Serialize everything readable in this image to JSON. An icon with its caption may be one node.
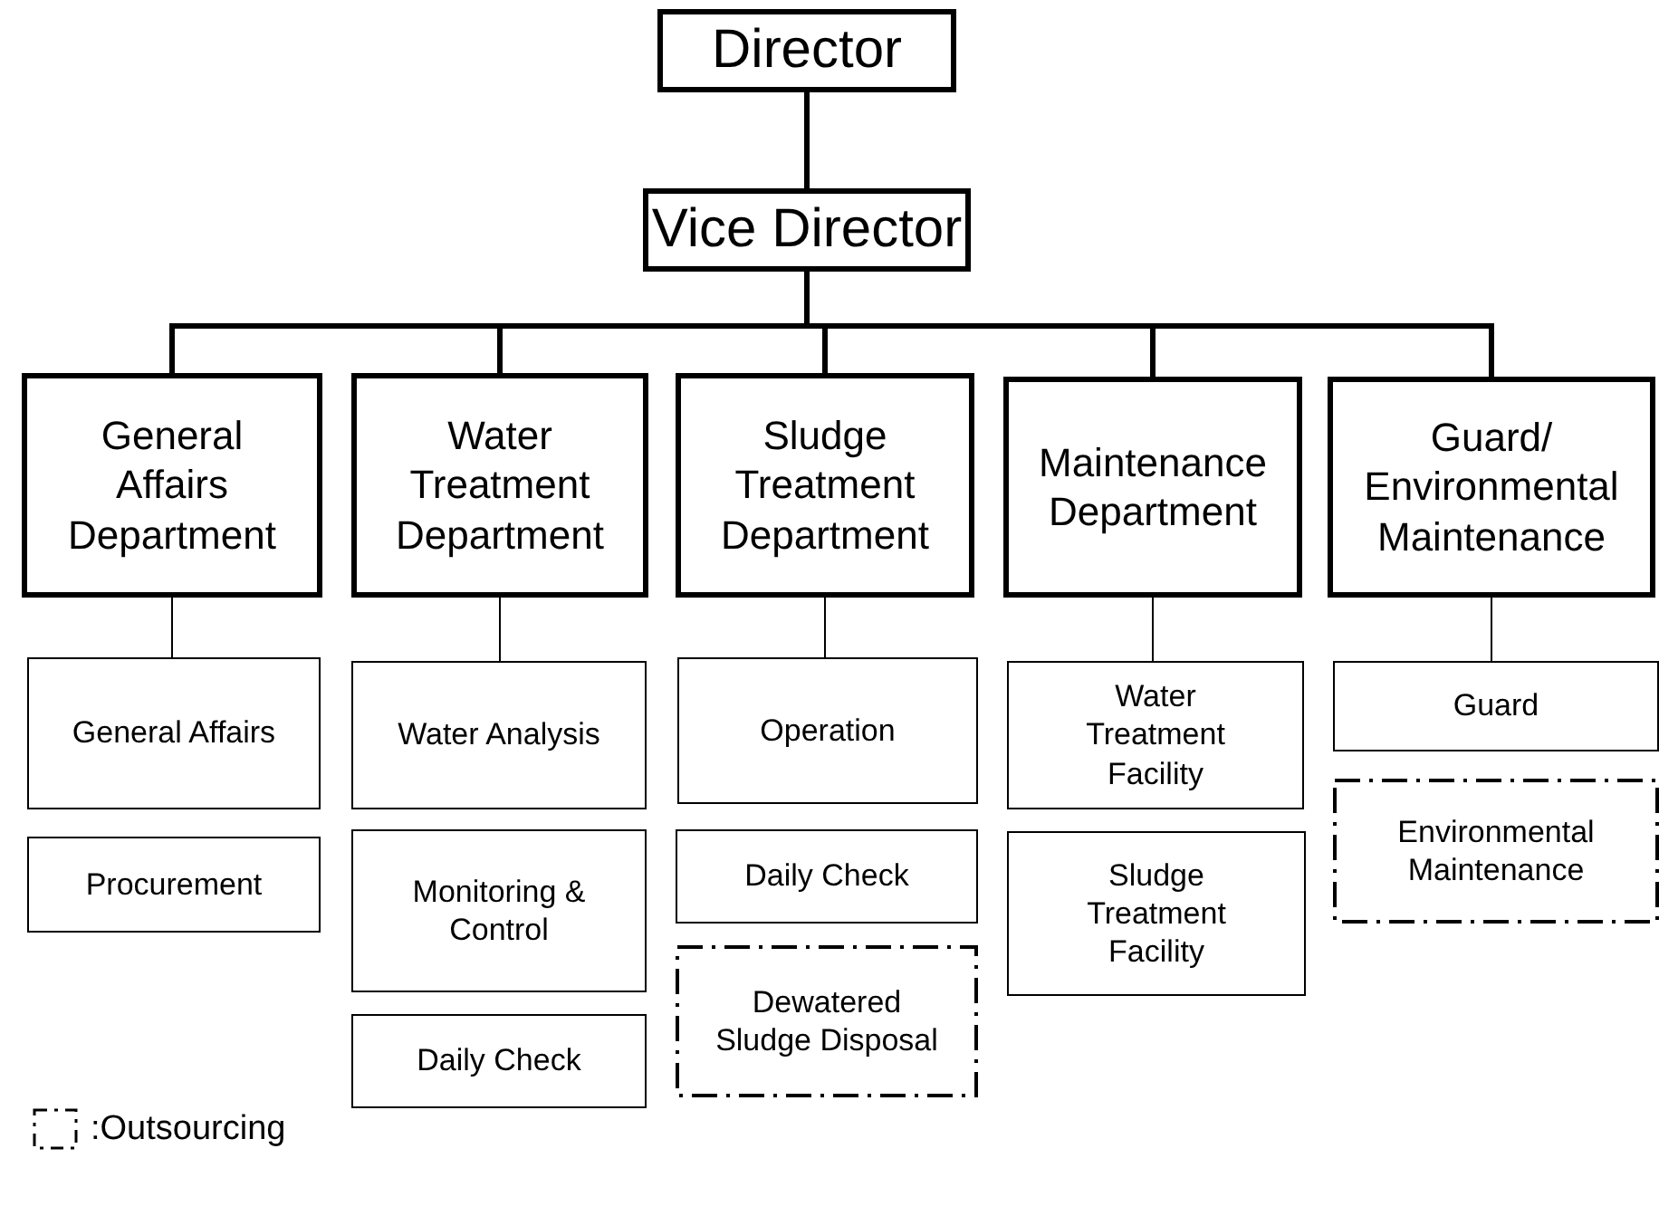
{
  "diagram": {
    "nodes": [
      {
        "text": [
          "Director"
        ]
      },
      {
        "text": [
          "Vice Director"
        ]
      },
      {
        "text": [
          "General Affairs Department"
        ]
      },
      {
        "text": [
          "Water Treatment Department"
        ]
      },
      {
        "text": [
          "Sludge Treatment Department"
        ]
      },
      {
        "text": [
          "Maintenance Department"
        ]
      },
      {
        "text": [
          "Guard/ Environmental Maintenance"
        ]
      },
      {
        "text": [
          "General Affairs"
        ]
      },
      {
        "text": [
          "Procurement"
        ]
      },
      {
        "text": [
          "Water Analysis"
        ]
      },
      {
        "text": [
          "Monitoring & Control"
        ]
      },
      {
        "text": [
          "Daily Check"
        ]
      },
      {
        "text": [
          "Operation"
        ]
      },
      {
        "text": [
          "Daily Check"
        ]
      },
      {
        "text": [
          "Dewatered Sludge Disposal"
        ]
      },
      {
        "text": [
          "Water Treatment Facility"
        ]
      },
      {
        "text": [
          "Sludge Treatment Facility"
        ]
      },
      {
        "text": [
          "Guard"
        ]
      },
      {
        "text": [
          "Environmental Maintenance"
        ]
      }
    ],
    "edges": [
      {
        "from": 0,
        "to": 1,
        "arrow": "none"
      },
      {
        "from": 1,
        "to": 2,
        "arrow": "none"
      },
      {
        "from": 1,
        "to": 3,
        "arrow": "none"
      },
      {
        "from": 1,
        "to": 4,
        "arrow": "none"
      },
      {
        "from": 1,
        "to": 5,
        "arrow": "none"
      },
      {
        "from": 1,
        "to": 6,
        "arrow": "none"
      },
      {
        "from": 2,
        "to": 7,
        "arrow": "none"
      },
      {
        "from": 3,
        "to": 9,
        "arrow": "none"
      },
      {
        "from": 4,
        "to": 12,
        "arrow": "none"
      },
      {
        "from": 5,
        "to": 15,
        "arrow": "none"
      },
      {
        "from": 6,
        "to": 17,
        "arrow": "none"
      }
    ],
    "legend": [
      {
        "text": ":Outsourcing"
      }
    ]
  }
}
